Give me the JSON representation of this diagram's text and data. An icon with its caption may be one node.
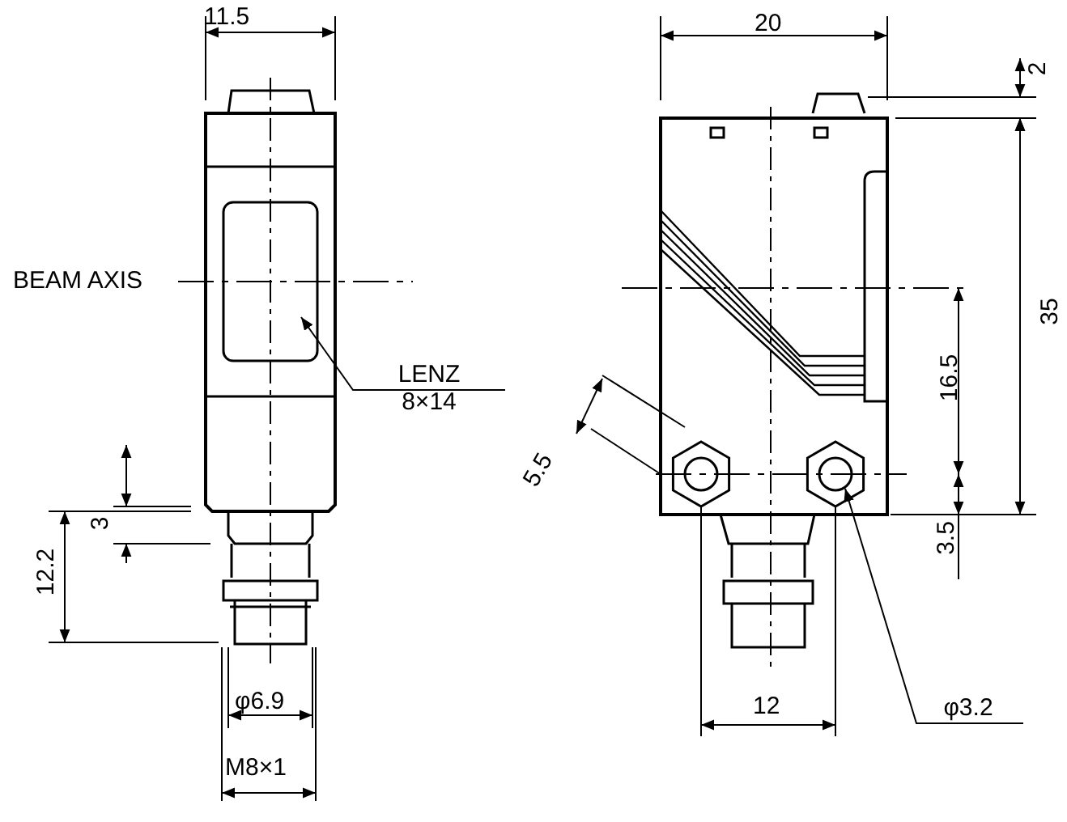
{
  "diagram": {
    "nodes": [
      {
        "text": [
          "LENZ",
          "8×14"
        ]
      },
      {
        "text": [],
        "shape": "box"
      },
      {
        "text": [
          "φ3.2"
        ]
      },
      {
        "text": [],
        "shape": "circle"
      }
    ],
    "edges": [
      {
        "from": 0,
        "to": 1,
        "arrow": "to"
      },
      {
        "from": 2,
        "to": 3,
        "arrow": "to"
      }
    ],
    "labels": [
      "11.5",
      "BEAM AXIS",
      "3",
      "12.2",
      "φ6.9",
      "M8×1",
      "20",
      "2",
      "35",
      "16.5",
      "5.5",
      "3.5",
      "12"
    ]
  }
}
